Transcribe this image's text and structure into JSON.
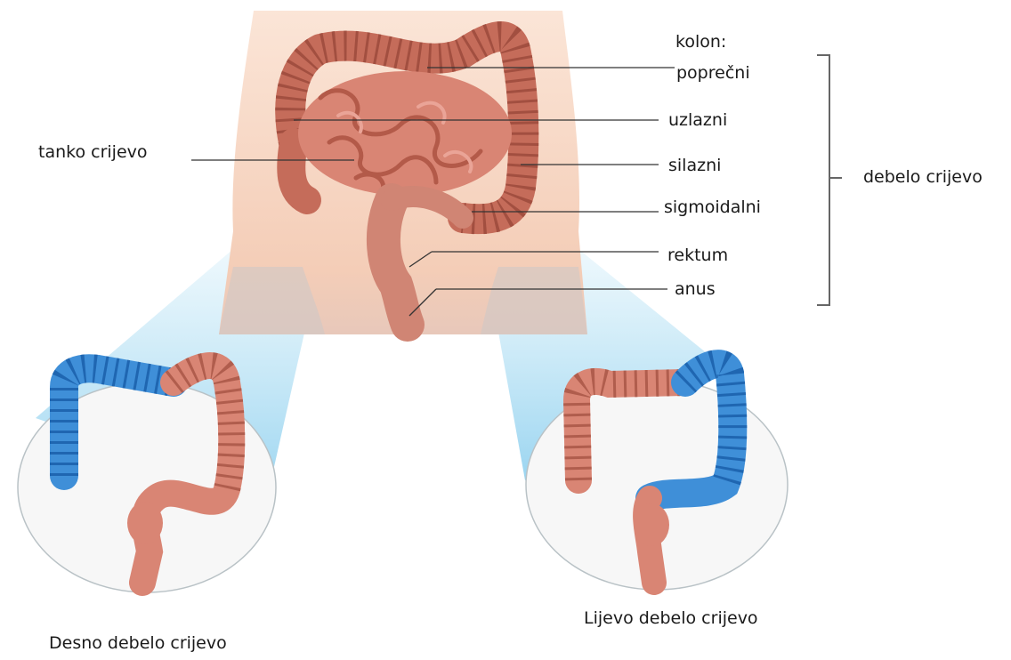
{
  "labels": {
    "kolon": "kolon:",
    "poprecni": "poprečni",
    "uzlazni": "uzlazni",
    "silazni": "silazni",
    "sigmoidalni": "sigmoidalni",
    "rektum": "rektum",
    "anus": "anus",
    "tanko_crijevo": "tanko crijevo",
    "debelo_crijevo": "debelo crijevo",
    "desno": "Desno debelo crijevo",
    "lijevo": "Lijevo debelo crijevo"
  },
  "colors": {
    "skin": "#f6d3c0",
    "skin_shadow": "#c9c5c5",
    "intestine": "#d98574",
    "intestine_dark": "#b8604f",
    "highlight": "#3f8fd8",
    "highlight_dark": "#1f66b1",
    "beam": "#bfe3f3",
    "line": "#333333"
  }
}
